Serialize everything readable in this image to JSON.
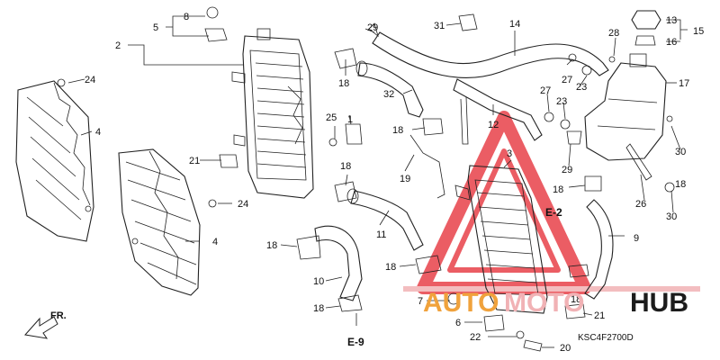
{
  "diagram_code": "KSC4F2700D",
  "direction_label": "FR.",
  "watermark": {
    "text_left": "AUTO",
    "text_mid": "MOTO",
    "text_right": "HUB",
    "accent_color": "#e8414a",
    "soft_color": "#f1b2b5",
    "orange_color": "#f0a23c",
    "dark_color": "#1c1c1c"
  },
  "references": {
    "e2": "E-2",
    "e9": "E-9"
  },
  "callouts": [
    {
      "id": "c1",
      "text": "1"
    },
    {
      "id": "c2",
      "text": "2"
    },
    {
      "id": "c3",
      "text": "3"
    },
    {
      "id": "c4a",
      "text": "4"
    },
    {
      "id": "c4b",
      "text": "4"
    },
    {
      "id": "c5",
      "text": "5"
    },
    {
      "id": "c6",
      "text": "6"
    },
    {
      "id": "c7",
      "text": "7"
    },
    {
      "id": "c8",
      "text": "8"
    },
    {
      "id": "c9",
      "text": "9"
    },
    {
      "id": "c10",
      "text": "10"
    },
    {
      "id": "c11",
      "text": "11"
    },
    {
      "id": "c12",
      "text": "12"
    },
    {
      "id": "c13",
      "text": "13"
    },
    {
      "id": "c14",
      "text": "14"
    },
    {
      "id": "c15",
      "text": "15"
    },
    {
      "id": "c16",
      "text": "16"
    },
    {
      "id": "c17",
      "text": "17"
    },
    {
      "id": "c18a",
      "text": "18"
    },
    {
      "id": "c18b",
      "text": "18"
    },
    {
      "id": "c18c",
      "text": "18"
    },
    {
      "id": "c18d",
      "text": "18"
    },
    {
      "id": "c18e",
      "text": "18"
    },
    {
      "id": "c18f",
      "text": "18"
    },
    {
      "id": "c18g",
      "text": "18"
    },
    {
      "id": "c18h",
      "text": "18"
    },
    {
      "id": "c18i",
      "text": "18"
    },
    {
      "id": "c19",
      "text": "19"
    },
    {
      "id": "c20",
      "text": "20"
    },
    {
      "id": "c21a",
      "text": "21"
    },
    {
      "id": "c21b",
      "text": "21"
    },
    {
      "id": "c22",
      "text": "22"
    },
    {
      "id": "c23a",
      "text": "23"
    },
    {
      "id": "c23b",
      "text": "23"
    },
    {
      "id": "c24a",
      "text": "24"
    },
    {
      "id": "c24b",
      "text": "24"
    },
    {
      "id": "c25",
      "text": "25"
    },
    {
      "id": "c26",
      "text": "26"
    },
    {
      "id": "c27a",
      "text": "27"
    },
    {
      "id": "c27b",
      "text": "27"
    },
    {
      "id": "c28",
      "text": "28"
    },
    {
      "id": "c29a",
      "text": "29"
    },
    {
      "id": "c29b",
      "text": "29"
    },
    {
      "id": "c30a",
      "text": "30"
    },
    {
      "id": "c30b",
      "text": "30"
    },
    {
      "id": "c31",
      "text": "31"
    },
    {
      "id": "c32",
      "text": "32"
    }
  ]
}
